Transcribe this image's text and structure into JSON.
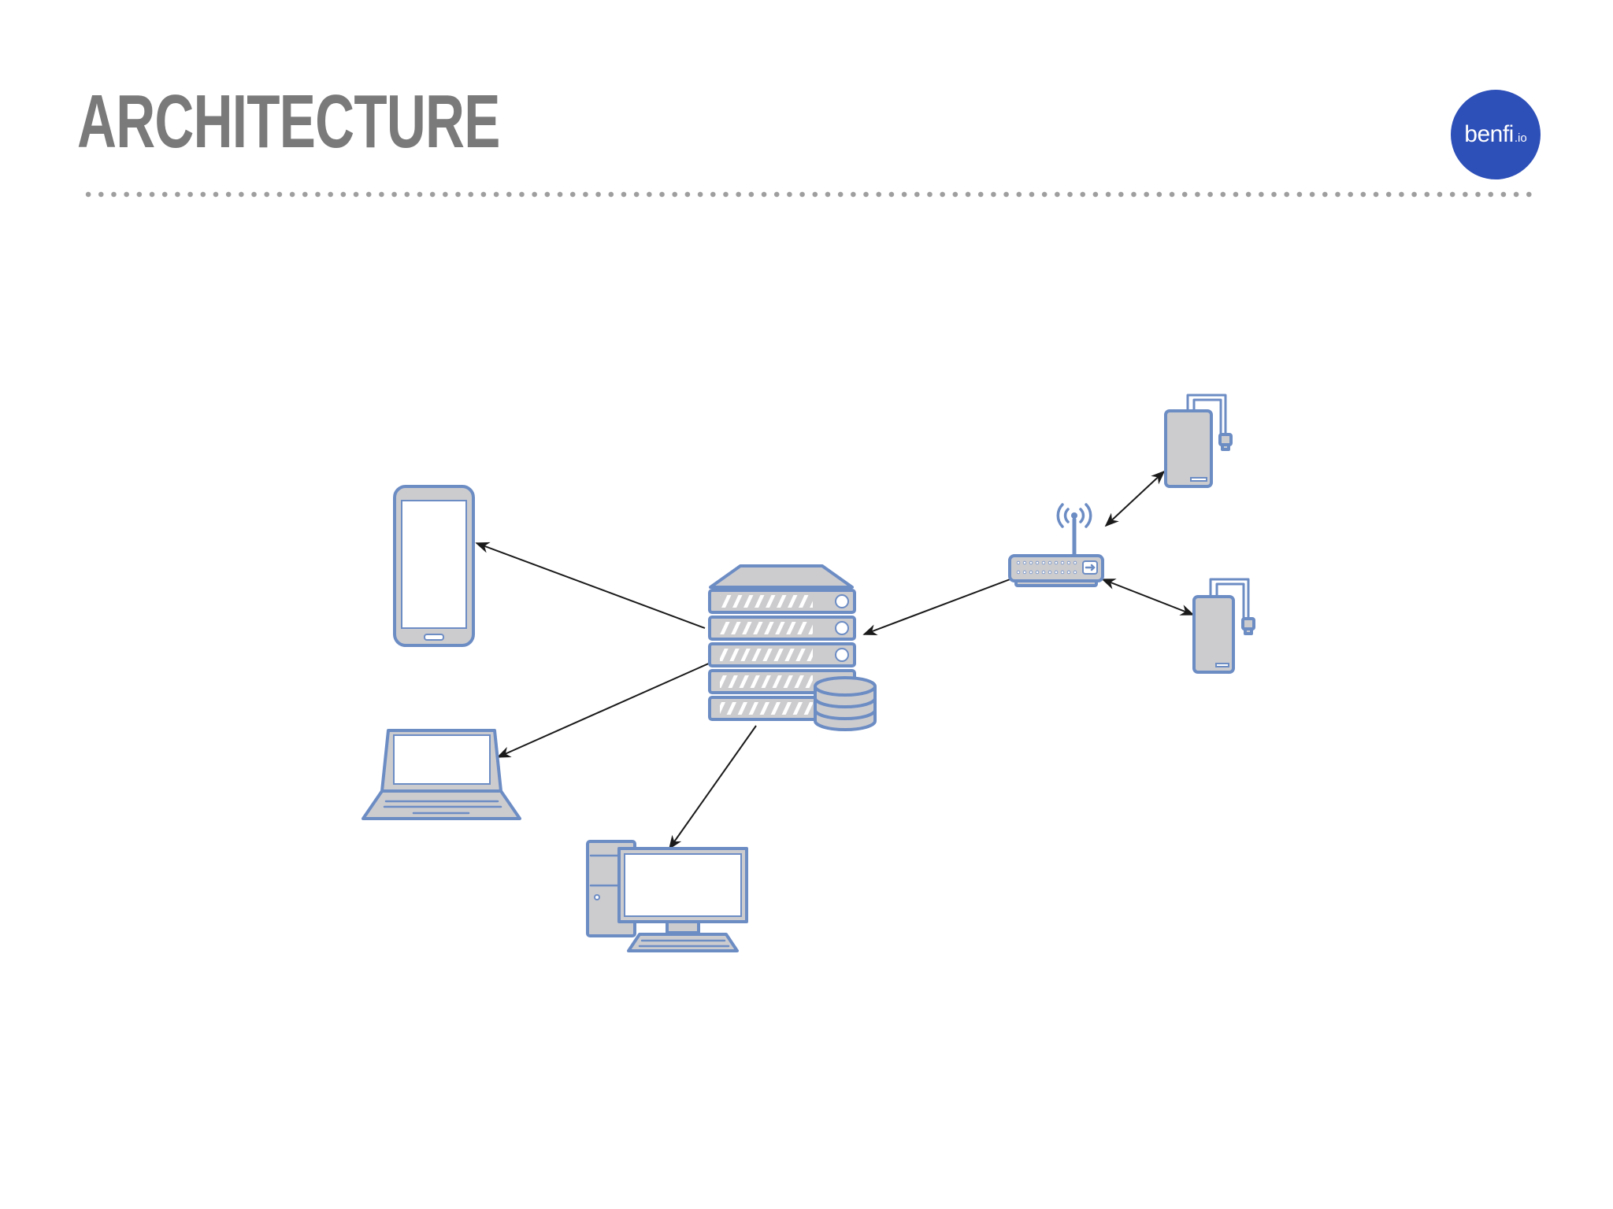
{
  "slide": {
    "title": "ARCHITECTURE",
    "logo": {
      "main": "benfi",
      "tld": ".io",
      "color": "#2d4fb8"
    }
  },
  "colors": {
    "title": "#7a7a7a",
    "icon_fill": "#cccccf",
    "icon_stroke": "#6c8cc4",
    "screen_fill": "#ffffff",
    "arrow": "#1a1a1a"
  },
  "diagram": {
    "nodes": [
      {
        "id": "server",
        "icon": "server-rack-database-icon"
      },
      {
        "id": "phone",
        "icon": "smartphone-icon"
      },
      {
        "id": "laptop",
        "icon": "laptop-icon"
      },
      {
        "id": "desktop",
        "icon": "desktop-computer-icon"
      },
      {
        "id": "router",
        "icon": "wifi-router-icon"
      },
      {
        "id": "drive1",
        "icon": "external-drive-icon"
      },
      {
        "id": "drive2",
        "icon": "external-drive-icon"
      }
    ],
    "edges": [
      {
        "from": "server",
        "to": "phone",
        "direction": "forward"
      },
      {
        "from": "server",
        "to": "laptop",
        "direction": "forward"
      },
      {
        "from": "server",
        "to": "desktop",
        "direction": "forward"
      },
      {
        "from": "router",
        "to": "server",
        "direction": "forward"
      },
      {
        "from": "router",
        "to": "drive1",
        "direction": "both"
      },
      {
        "from": "router",
        "to": "drive2",
        "direction": "both"
      }
    ]
  }
}
